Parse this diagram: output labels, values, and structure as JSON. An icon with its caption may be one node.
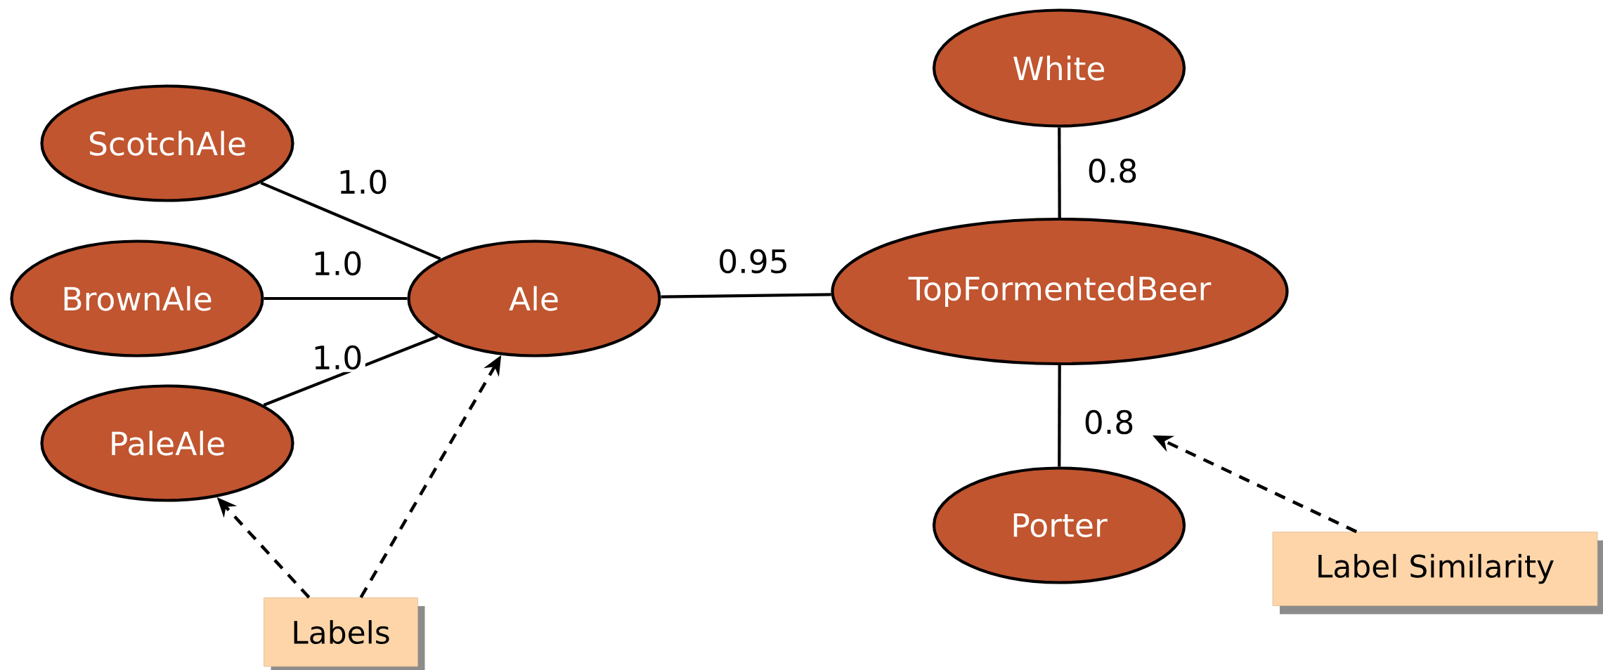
{
  "diagram": {
    "nodes": [
      {
        "text": [
          "ScotchAle"
        ]
      },
      {
        "text": [
          "BrownAle"
        ]
      },
      {
        "text": [
          "PaleAle"
        ]
      },
      {
        "text": [
          "Ale"
        ]
      },
      {
        "text": [
          "White"
        ]
      },
      {
        "text": [
          "TopFormentedBeer"
        ]
      },
      {
        "text": [
          "Porter"
        ]
      },
      {
        "text": [
          "Labels"
        ]
      },
      {
        "text": [
          "Label Similarity"
        ]
      }
    ],
    "edges": [
      {
        "from": 0,
        "to": 3,
        "arrow": "none",
        "label": "1.0"
      },
      {
        "from": 1,
        "to": 3,
        "arrow": "none",
        "label": "1.0"
      },
      {
        "from": 2,
        "to": 3,
        "arrow": "none",
        "label": "1.0"
      },
      {
        "from": 3,
        "to": 5,
        "arrow": "none",
        "label": "0.95"
      },
      {
        "from": 4,
        "to": 5,
        "arrow": "none",
        "label": "0.8"
      },
      {
        "from": 5,
        "to": 6,
        "arrow": "none",
        "label": "0.8"
      },
      {
        "from": 7,
        "to": 2,
        "arrow": "to",
        "style": "dashed"
      },
      {
        "from": 7,
        "to": 3,
        "arrow": "to",
        "style": "dashed"
      },
      {
        "from": 8,
        "to": null,
        "arrow": "to",
        "style": "dashed"
      }
    ]
  }
}
